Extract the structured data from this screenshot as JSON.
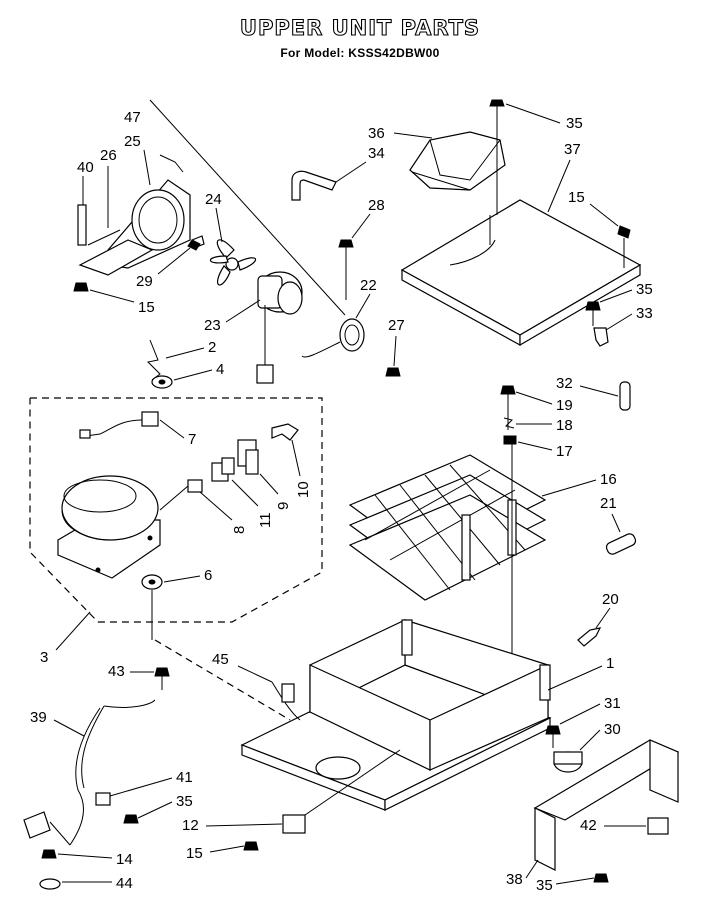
{
  "header": {
    "title": "UPPER UNIT PARTS",
    "subtitle": "For Model: KSSS42DBW00"
  },
  "callouts": [
    "47",
    "25",
    "40",
    "26",
    "24",
    "29",
    "15",
    "36",
    "35",
    "34",
    "37",
    "28",
    "15",
    "22",
    "23",
    "2",
    "27",
    "4",
    "35",
    "33",
    "7",
    "10",
    "9",
    "11",
    "8",
    "32",
    "19",
    "18",
    "17",
    "16",
    "21",
    "6",
    "3",
    "20",
    "1",
    "43",
    "45",
    "39",
    "31",
    "30",
    "41",
    "35",
    "12",
    "15",
    "42",
    "14",
    "44",
    "38",
    "35"
  ]
}
